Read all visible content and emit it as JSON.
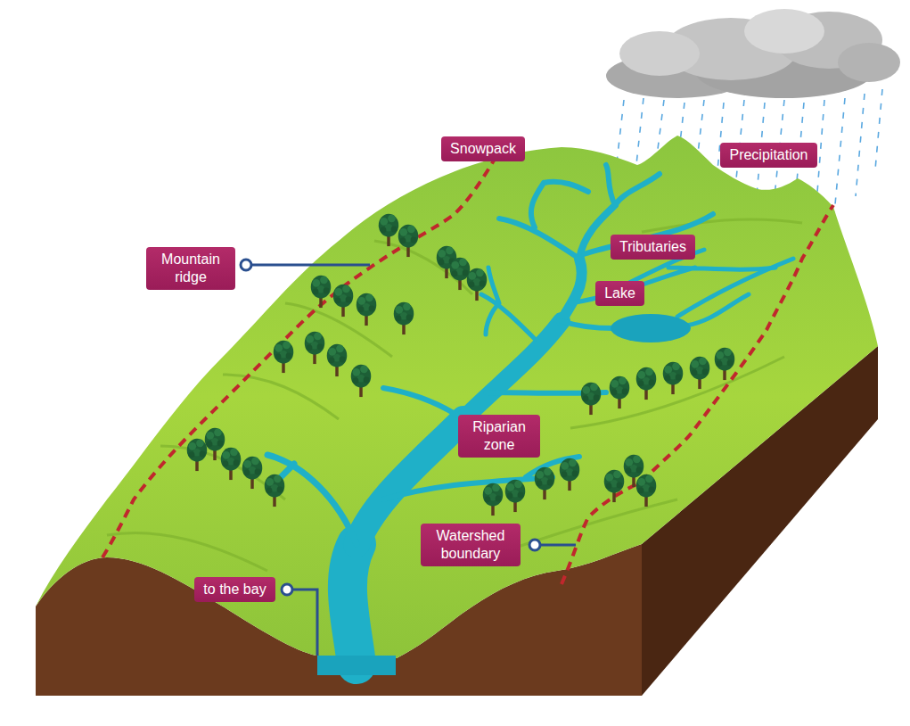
{
  "diagram": {
    "nodes": [
      {
        "text": [
          "Snowpack"
        ]
      },
      {
        "text": [
          "Precipitation"
        ]
      },
      {
        "text": [
          "Mountain ridge"
        ]
      },
      {
        "text": [
          "Tributaries"
        ]
      },
      {
        "text": [
          "Lake"
        ]
      },
      {
        "text": [
          "Riparian zone"
        ]
      },
      {
        "text": [
          "Watershed boundary"
        ]
      },
      {
        "text": [
          "to the bay"
        ]
      }
    ]
  }
}
